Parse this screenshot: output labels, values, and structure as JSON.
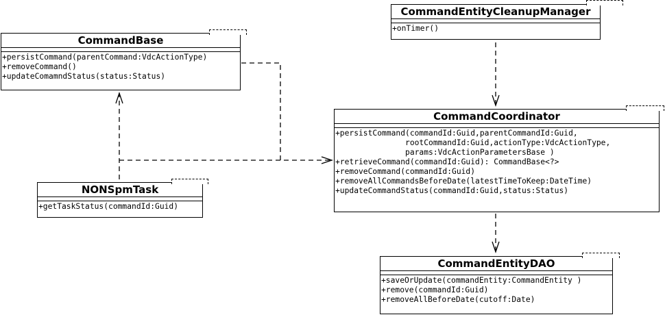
{
  "classes": {
    "cleanup_manager": {
      "name": "CommandEntityCleanupManager",
      "operations": [
        "+onTimer()"
      ]
    },
    "command_base": {
      "name": "CommandBase",
      "operations": [
        "+persistCommand(parentCommand:VdcActionType)",
        "+removeCommand()",
        "+updateComamndStatus(status:Status)"
      ]
    },
    "command_coordinator": {
      "name": "CommandCoordinator",
      "operations": [
        "+persistCommand(commandId:Guid,parentCommandId:Guid,",
        "               rootCommandId:Guid,actionType:VdcActionType,",
        "               params:VdcActionParametersBase )",
        "+retrieveCommand(commandId:Guid): CommandBase<?>",
        "+removeCommand(commandId:Guid)",
        "+removeAllCommandsBeforeDate(latestTimeToKeep:DateTime)",
        "+updateCommandStatus(commandId:Guid,status:Status)"
      ]
    },
    "nonspm_task": {
      "name": "NONSpmTask",
      "operations": [
        "+getTaskStatus(commandId:Guid)"
      ]
    },
    "command_entity_dao": {
      "name": "CommandEntityDAO",
      "operations": [
        "+saveOrUpdate(commandEntity:CommandEntity )",
        "+remove(commandId:Guid)",
        "+removeAllBeforeDate(cutoff:Date)"
      ]
    }
  }
}
